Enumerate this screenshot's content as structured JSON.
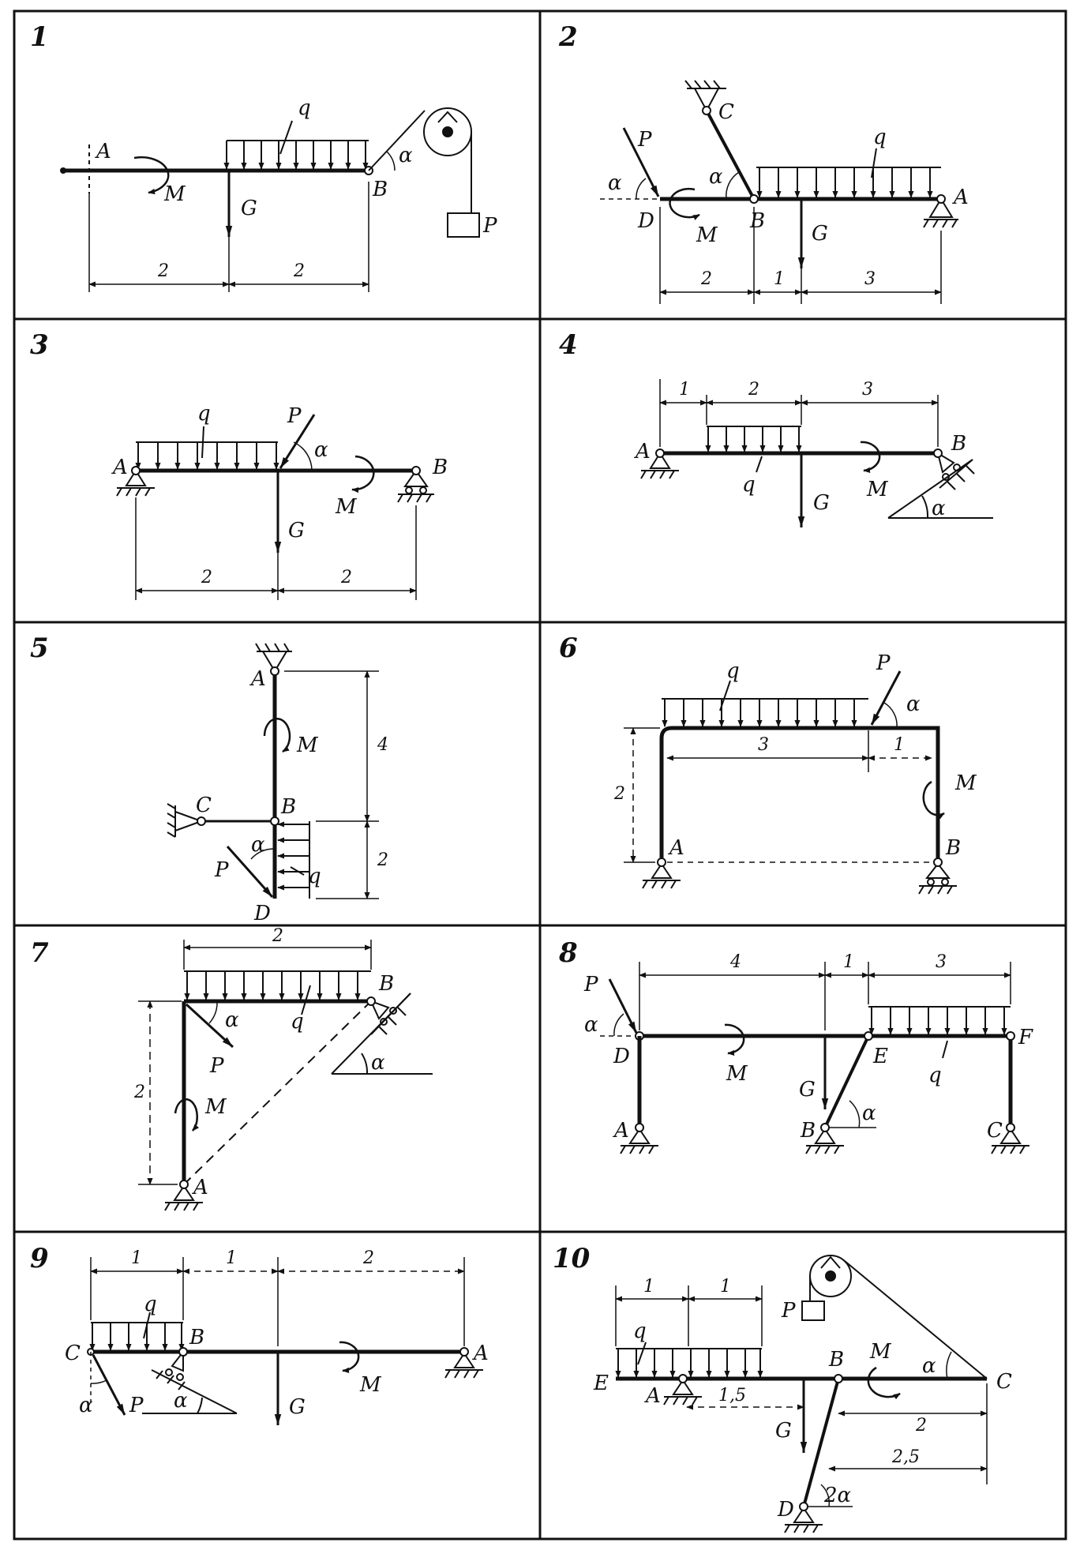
{
  "panels": [
    {
      "number": "1",
      "labels": {
        "A": "A",
        "B": "B",
        "M": "M",
        "G": "G",
        "q": "q",
        "alpha": "α",
        "P": "P"
      },
      "dims": [
        "2",
        "2"
      ]
    },
    {
      "number": "2",
      "labels": {
        "P": "P",
        "C": "C",
        "q": "q",
        "alpha1": "α",
        "alpha2": "α",
        "D": "D",
        "M": "M",
        "B": "B",
        "G": "G",
        "A": "A"
      },
      "dims": [
        "2",
        "1",
        "3"
      ]
    },
    {
      "number": "3",
      "labels": {
        "q": "q",
        "P": "P",
        "alpha": "α",
        "A": "A",
        "B": "B",
        "M": "M",
        "G": "G"
      },
      "dims": [
        "2",
        "2"
      ]
    },
    {
      "number": "4",
      "labels": {
        "A": "A",
        "B": "B",
        "q": "q",
        "G": "G",
        "M": "M",
        "alpha": "α"
      },
      "dims": [
        "1",
        "2",
        "3"
      ]
    },
    {
      "number": "5",
      "labels": {
        "A": "A",
        "M": "M",
        "C": "C",
        "B": "B",
        "alpha": "α",
        "P": "P",
        "q": "q",
        "D": "D"
      },
      "dims": [
        "4",
        "2"
      ]
    },
    {
      "number": "6",
      "labels": {
        "q": "q",
        "P": "P",
        "alpha": "α",
        "M": "M",
        "A": "A",
        "B": "B"
      },
      "dims": [
        "3",
        "1",
        "2"
      ]
    },
    {
      "number": "7",
      "labels": {
        "B": "B",
        "alpha1": "α",
        "q": "q",
        "P": "P",
        "alpha2": "α",
        "M": "M",
        "A": "A"
      },
      "dims": [
        "2",
        "2"
      ]
    },
    {
      "number": "8",
      "labels": {
        "P": "P",
        "alpha1": "α",
        "D": "D",
        "M": "M",
        "G": "G",
        "E": "E",
        "q": "q",
        "F": "F",
        "A": "A",
        "B": "B",
        "alpha2": "α",
        "C": "C"
      },
      "dims": [
        "4",
        "1",
        "3"
      ]
    },
    {
      "number": "9",
      "labels": {
        "q": "q",
        "C": "C",
        "B": "B",
        "A": "A",
        "alpha1": "α",
        "P": "P",
        "alpha2": "α",
        "G": "G",
        "M": "M"
      },
      "dims": [
        "1",
        "1",
        "2"
      ]
    },
    {
      "number": "10",
      "labels": {
        "q": "q",
        "E": "E",
        "A": "A",
        "P": "P",
        "B": "B",
        "M": "M",
        "alpha": "α",
        "C": "C",
        "G": "G",
        "D": "D",
        "alpha2": "2α"
      },
      "dims": [
        "1",
        "1",
        "1,5",
        "2",
        "2,5"
      ]
    }
  ]
}
